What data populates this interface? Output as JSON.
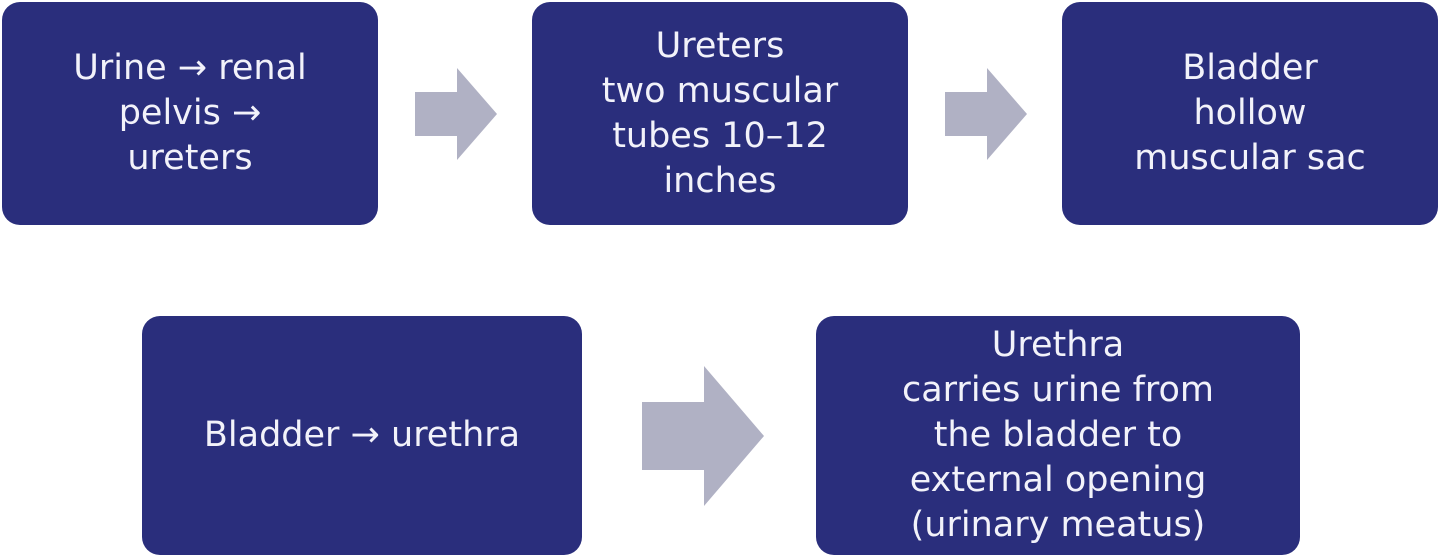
{
  "colors": {
    "box_fill": "#2a2e7c",
    "box_text": "#f2f2fa",
    "arrow_fill": "#b0b1c4",
    "background": "#ffffff"
  },
  "boxes": [
    {
      "lines": [
        "Urine → renal",
        "pelvis →",
        "ureters"
      ]
    },
    {
      "lines": [
        "Ureters",
        "two muscular",
        "tubes 10–12",
        "inches"
      ]
    },
    {
      "lines": [
        "Bladder",
        "hollow",
        "muscular sac"
      ]
    },
    {
      "lines": [
        "Bladder → urethra"
      ]
    },
    {
      "lines": [
        "Urethra",
        "carries urine from",
        "the bladder to",
        "external opening",
        "(urinary meatus)"
      ]
    }
  ],
  "arrows": [
    {
      "from": 0,
      "to": 1,
      "icon": "right-arrow-icon"
    },
    {
      "from": 1,
      "to": 2,
      "icon": "right-arrow-icon"
    },
    {
      "from": 3,
      "to": 4,
      "icon": "right-arrow-icon"
    }
  ]
}
